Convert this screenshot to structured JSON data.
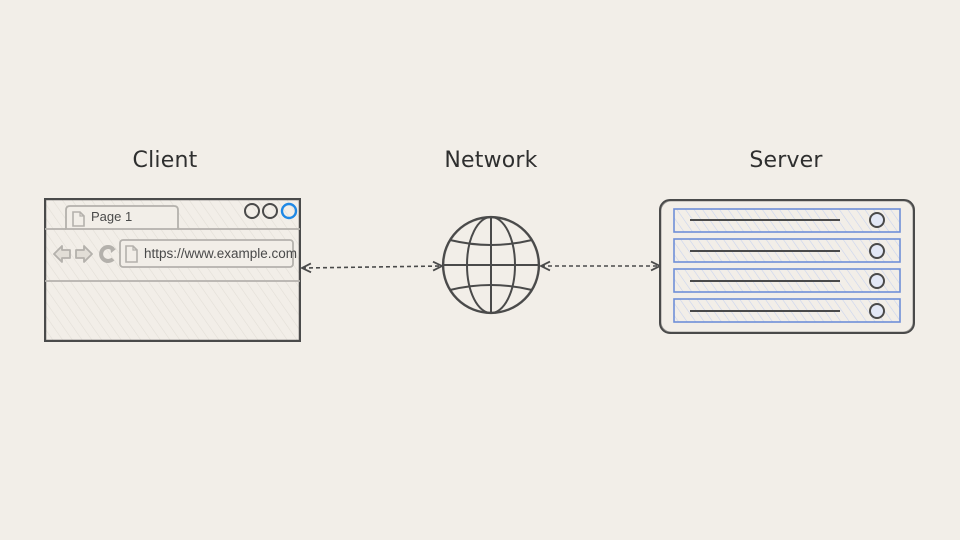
{
  "labels": {
    "client": "Client",
    "network": "Network",
    "server": "Server"
  },
  "browser": {
    "tab_title": "Page 1",
    "url": "https://www.example.com",
    "icons": [
      "document-icon",
      "back-arrow-icon",
      "forward-arrow-icon",
      "reload-icon",
      "window-control-icon"
    ]
  },
  "server": {
    "rack_units": 4,
    "icons": [
      "server-rack-icon",
      "power-button-icon"
    ]
  },
  "network": {
    "icon": "globe-icon"
  },
  "connections": [
    {
      "from": "client",
      "to": "network",
      "style": "dashed",
      "direction": "bidirectional"
    },
    {
      "from": "network",
      "to": "server",
      "style": "dashed",
      "direction": "bidirectional"
    }
  ],
  "colors": {
    "background": "#f2eee8",
    "stroke": "#4a4a4a",
    "accent_blue": "#1e88e5",
    "server_blue": "#6f8fd8",
    "server_fill": "#e3e8f6",
    "browser_gray": "#b4b1ac"
  }
}
